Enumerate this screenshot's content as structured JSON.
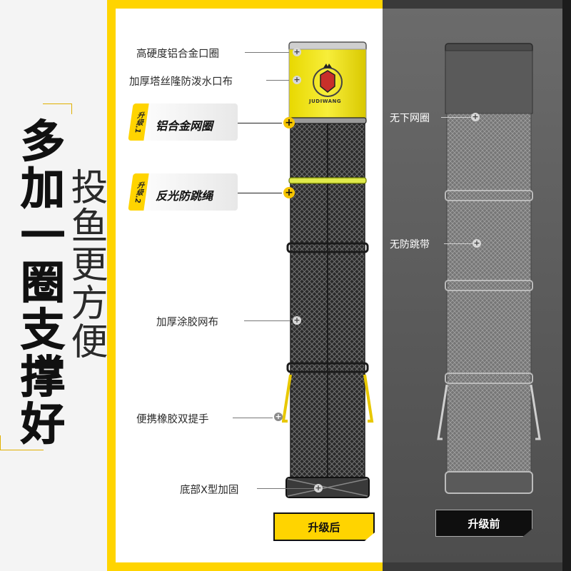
{
  "slogan": {
    "main": "多加一圈支撑好",
    "sub": "投鱼更方便"
  },
  "after": {
    "labels": {
      "rim": "高硬度铝合金口圈",
      "collar_cloth": "加厚塔丝隆防泼水口布",
      "net_mesh": "加厚涂胶网布",
      "handles": "便携橡胶双提手",
      "bottom": "底部X型加固"
    },
    "upgrades": [
      {
        "badge": "升级.1",
        "text": "铝合金网圈"
      },
      {
        "badge": "升级.2",
        "text": "反光防跳绳"
      }
    ],
    "brand": "JUDIWANG",
    "button": "升级后"
  },
  "before": {
    "labels": {
      "no_lower_ring": "无下网圈",
      "no_jump_band": "无防跳带"
    },
    "button": "升级前"
  },
  "colors": {
    "accent": "#ffd400",
    "dark": "#3a3a3a"
  }
}
